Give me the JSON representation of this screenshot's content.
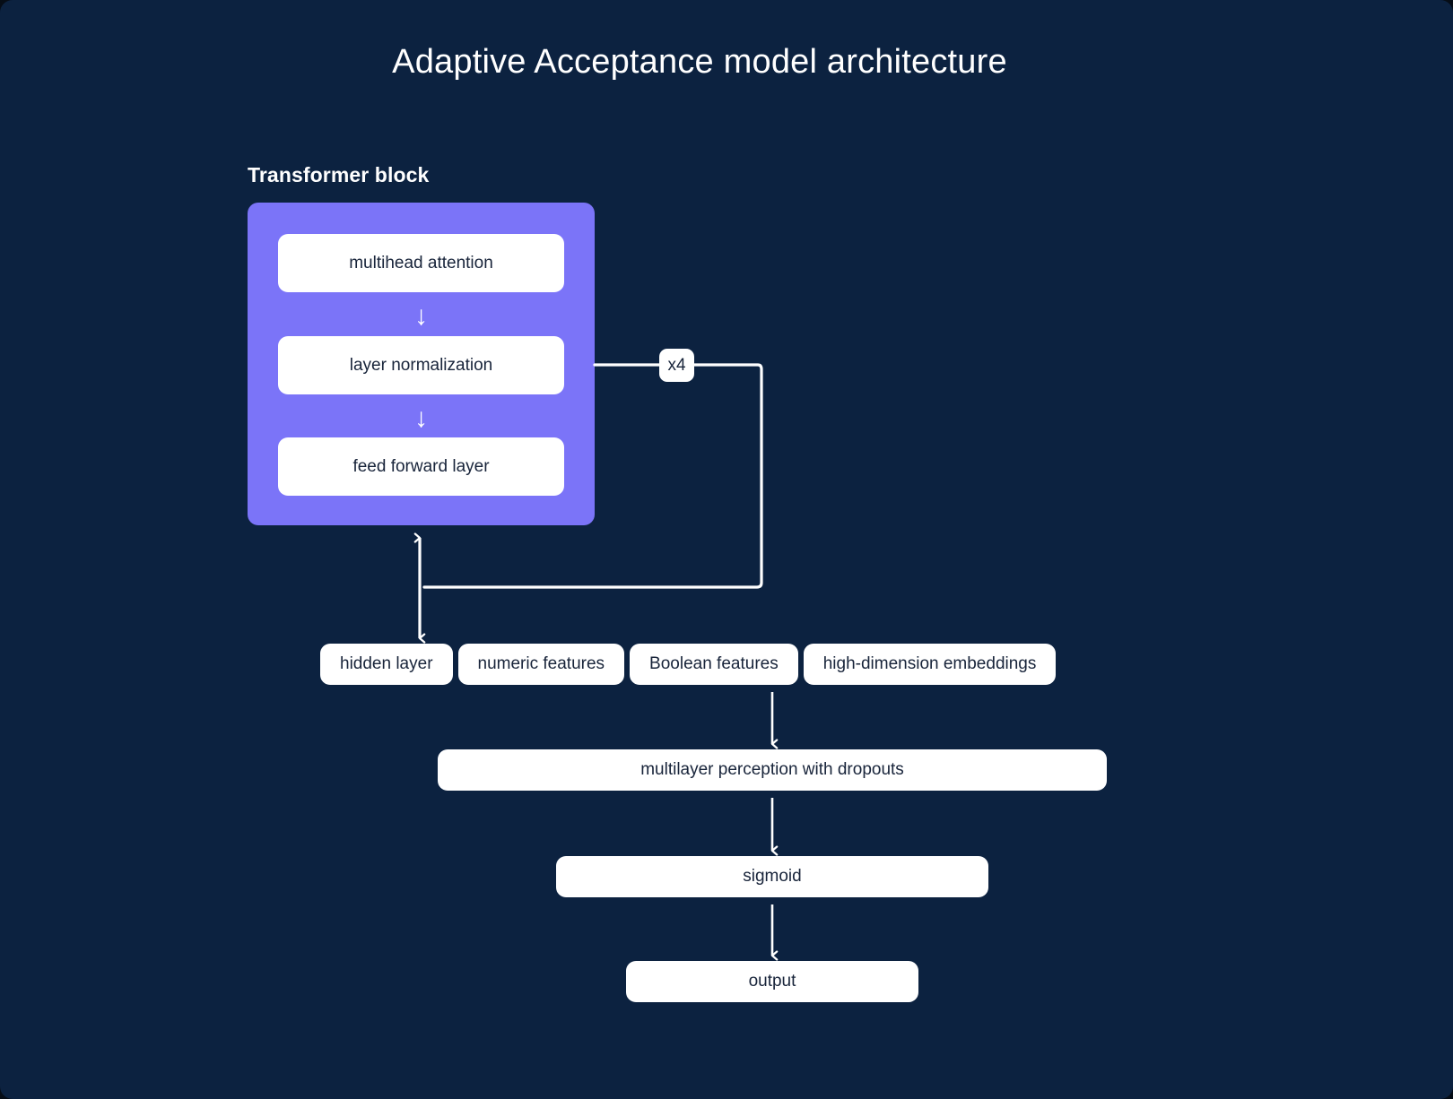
{
  "title": "Adaptive Acceptance model architecture",
  "colors": {
    "background": "#0c2240",
    "page": "#060d16",
    "transformer_block": "#7b74f8",
    "node_fill": "#ffffff",
    "node_text": "#18243a",
    "connector": "#ffffff"
  },
  "transformer": {
    "caption": "Transformer block",
    "boxes": [
      {
        "label": "multihead attention"
      },
      {
        "label": "layer normalization"
      },
      {
        "label": "feed forward layer"
      }
    ],
    "arrows": [
      {
        "glyph": "↓"
      },
      {
        "glyph": "↓"
      }
    ],
    "loop_badge": "x4"
  },
  "features": [
    {
      "label": "hidden layer"
    },
    {
      "label": "numeric features"
    },
    {
      "label": "Boolean features"
    },
    {
      "label": "high-dimension embeddings"
    }
  ],
  "stack": [
    {
      "label": "multilayer perception with dropouts"
    },
    {
      "label": "sigmoid"
    },
    {
      "label": "output"
    }
  ],
  "chart_data": {
    "type": "diagram",
    "title": "Adaptive Acceptance model architecture",
    "nodes": [
      {
        "id": "transformer-block",
        "label": "Transformer block",
        "kind": "group",
        "fill": "#7b74f8"
      },
      {
        "id": "multihead-attention",
        "label": "multihead attention",
        "kind": "box",
        "group": "transformer-block"
      },
      {
        "id": "layer-normalization",
        "label": "layer normalization",
        "kind": "box",
        "group": "transformer-block"
      },
      {
        "id": "feed-forward-layer",
        "label": "feed forward layer",
        "kind": "box",
        "group": "transformer-block"
      },
      {
        "id": "hidden-layer",
        "label": "hidden layer",
        "kind": "box"
      },
      {
        "id": "numeric-features",
        "label": "numeric features",
        "kind": "box"
      },
      {
        "id": "boolean-features",
        "label": "Boolean features",
        "kind": "box"
      },
      {
        "id": "high-dimension-embeddings",
        "label": "high-dimension embeddings",
        "kind": "box"
      },
      {
        "id": "multilayer-perception",
        "label": "multilayer perception with dropouts",
        "kind": "box"
      },
      {
        "id": "sigmoid",
        "label": "sigmoid",
        "kind": "box"
      },
      {
        "id": "output",
        "label": "output",
        "kind": "box"
      }
    ],
    "edges": [
      {
        "from": "multihead-attention",
        "to": "layer-normalization",
        "type": "arrow-down"
      },
      {
        "from": "layer-normalization",
        "to": "feed-forward-layer",
        "type": "arrow-down"
      },
      {
        "from": "layer-normalization",
        "to": "transformer-block",
        "type": "loop",
        "label": "x4"
      },
      {
        "from": "transformer-block",
        "to": "hidden-layer",
        "type": "arrow-bidirectional"
      },
      {
        "from": "boolean-features",
        "to": "multilayer-perception",
        "type": "arrow-down"
      },
      {
        "from": "multilayer-perception",
        "to": "sigmoid",
        "type": "arrow-down"
      },
      {
        "from": "sigmoid",
        "to": "output",
        "type": "arrow-down"
      }
    ]
  }
}
